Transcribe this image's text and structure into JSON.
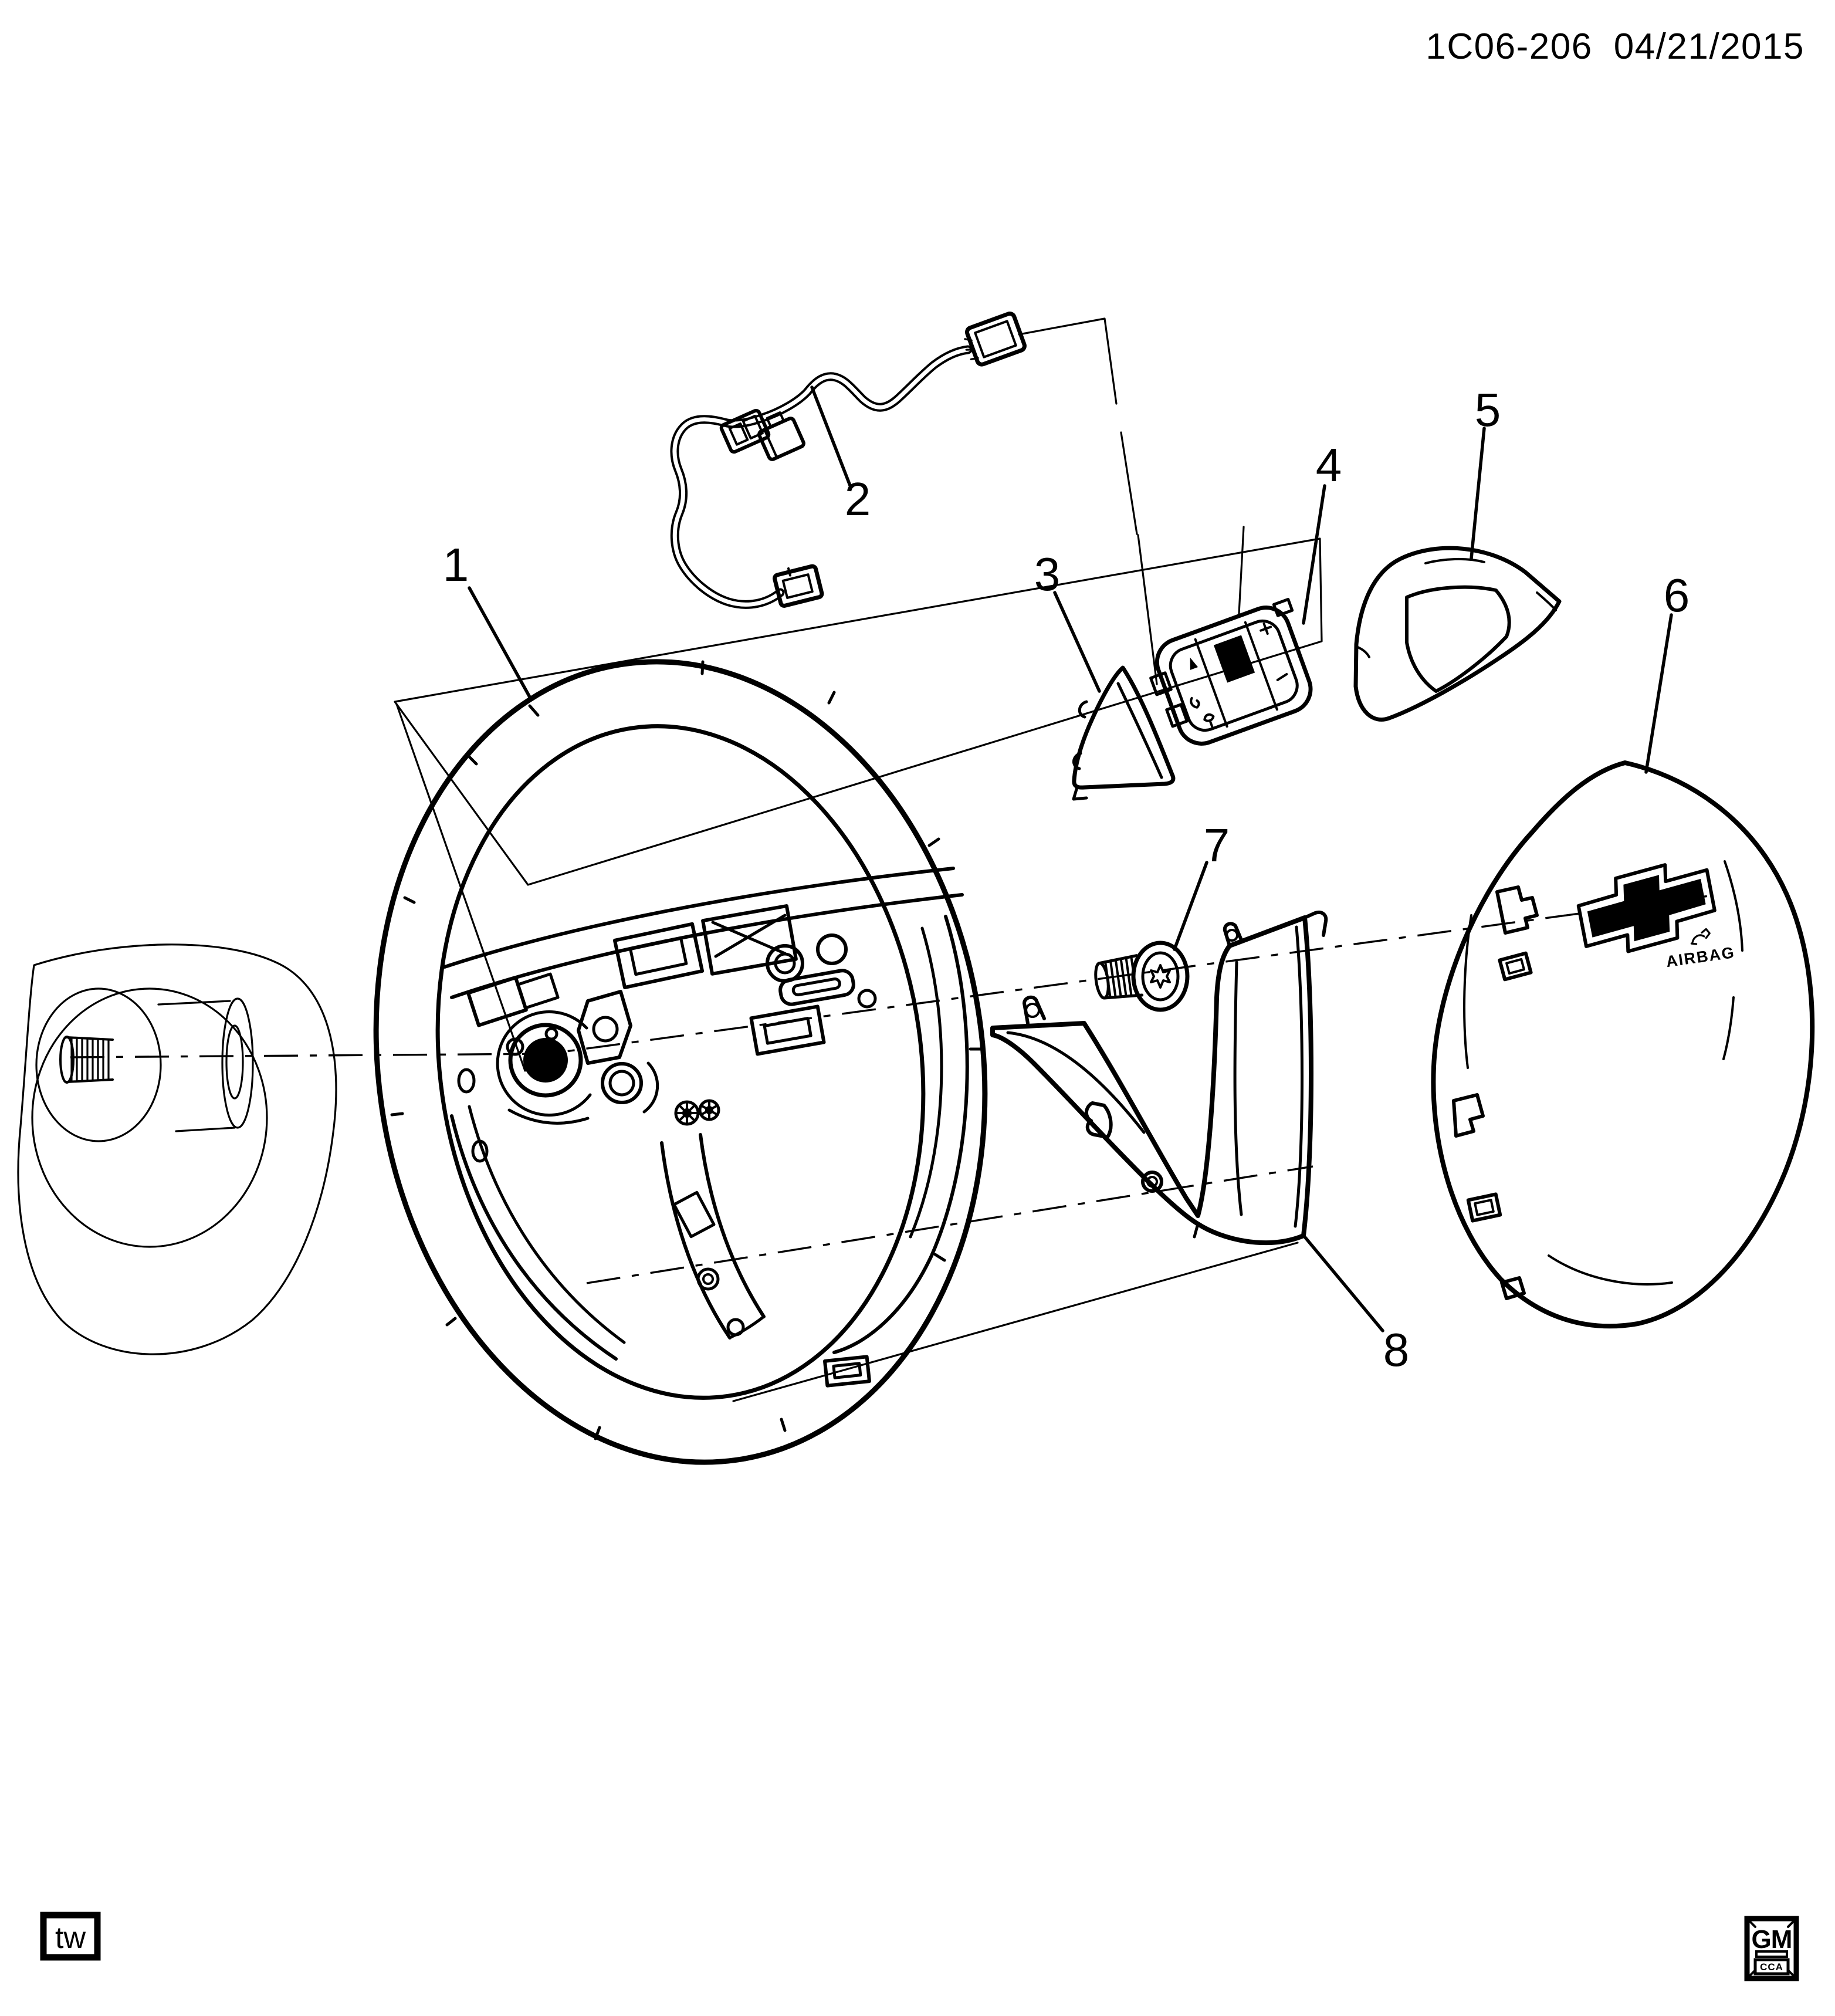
{
  "page": {
    "background": "#ffffff",
    "ink": "#000000"
  },
  "header": {
    "drawing_number": "1C06-206",
    "revision_date": "04/21/2015"
  },
  "callouts": [
    {
      "label": "1"
    },
    {
      "label": "2"
    },
    {
      "label": "3"
    },
    {
      "label": "4"
    },
    {
      "label": "5"
    },
    {
      "label": "6"
    },
    {
      "label": "7"
    },
    {
      "label": "8"
    }
  ],
  "airbag_module": {
    "printed_label": "AIRBAG"
  },
  "footer": {
    "drafter_initials": "tw",
    "logo": {
      "primary": "GM",
      "secondary": "CCA"
    }
  },
  "icons": {
    "emblem": "chevrolet-bowtie-icon",
    "horn": "horn-icon",
    "screw_drive": "torx-star-icon"
  }
}
